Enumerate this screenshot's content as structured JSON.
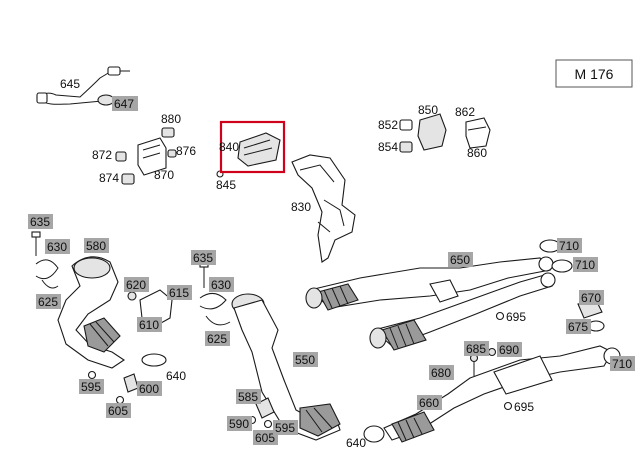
{
  "engine_code": "M 176",
  "highlighted_part": "840",
  "labels": {
    "l645": "645",
    "l647": "647",
    "l880": "880",
    "l872": "872",
    "l876": "876",
    "l874": "874",
    "l870": "870",
    "l840": "840",
    "l845": "845",
    "l830": "830",
    "l850": "850",
    "l852": "852",
    "l854": "854",
    "l862": "862",
    "l860": "860",
    "l635a": "635",
    "l630a": "630",
    "l580": "580",
    "l625a": "625",
    "l620": "620",
    "l615": "615",
    "l610": "610",
    "l635b": "635",
    "l630b": "630",
    "l625b": "625",
    "l650": "650",
    "l710a": "710",
    "l710b": "710",
    "l695a": "695",
    "l670": "670",
    "l675": "675",
    "l710c": "710",
    "l685": "685",
    "l690": "690",
    "l680": "680",
    "l660": "660",
    "l695b": "695",
    "l550": "550",
    "l640a": "640",
    "l595a": "595",
    "l600": "600",
    "l605a": "605",
    "l585": "585",
    "l590": "590",
    "l605b": "605",
    "l595b": "595",
    "l640b": "640"
  }
}
